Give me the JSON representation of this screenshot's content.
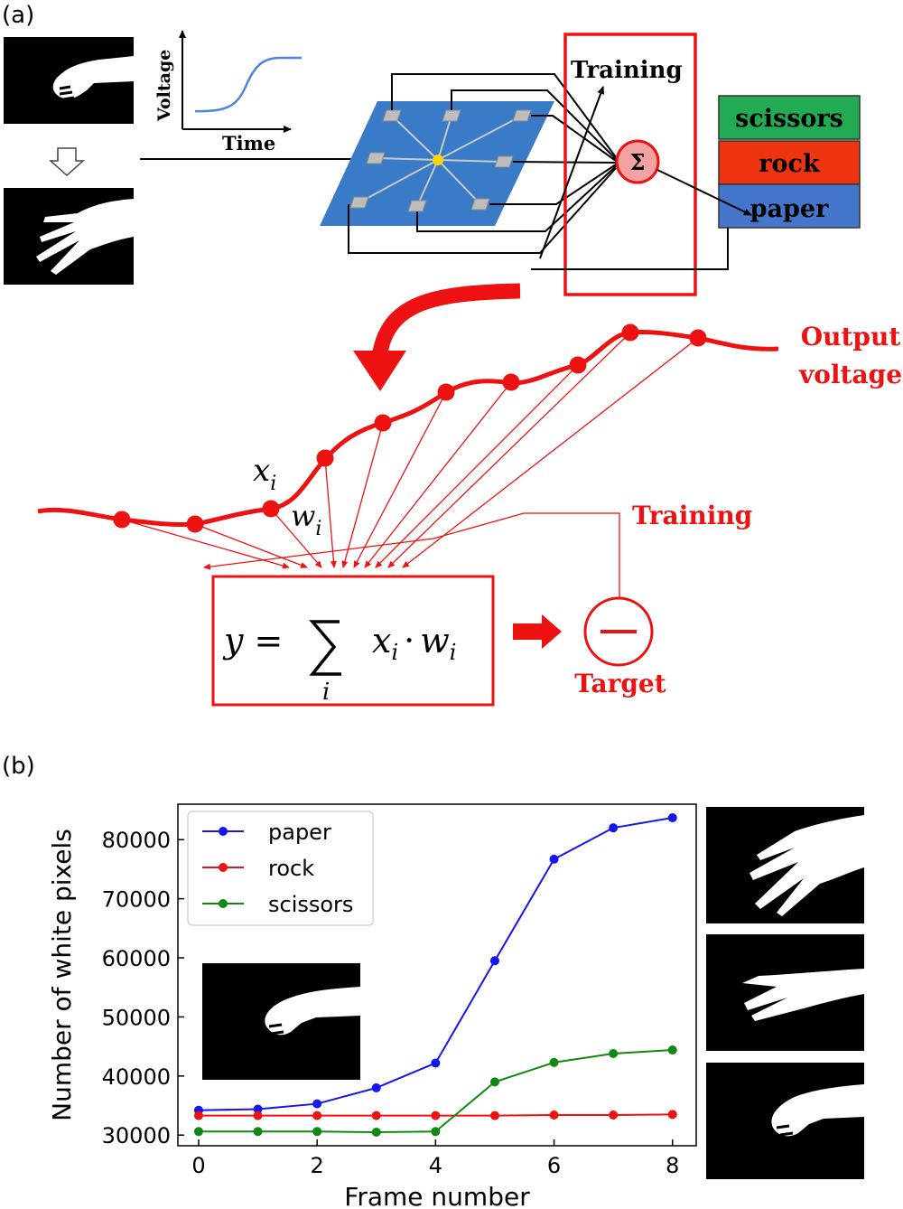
{
  "panel_a": {
    "label": "(a)",
    "inset_plot": {
      "ylabel": "Voltage",
      "xlabel": "Time"
    },
    "training_box_label": "Training",
    "sum_symbol": "Σ",
    "classes": [
      {
        "label": "scissors",
        "color": "#22aa55"
      },
      {
        "label": "rock",
        "color": "#ee3311"
      },
      {
        "label": "paper",
        "color": "#4477cc"
      }
    ],
    "output_voltage_label": [
      "Output",
      "voltage"
    ],
    "xi_label": "x",
    "xi_sub": "i",
    "wi_label": "w",
    "wi_sub": "i",
    "training_label": "Training",
    "formula": {
      "lhs": "y =",
      "sum_index": "i",
      "term_x": "x",
      "term_w": "w",
      "sub": "i",
      "dot": "·"
    },
    "minus_symbol": "—",
    "target_label": "Target",
    "accent_color": "#ee1111",
    "device_color": "#3a7bc8"
  },
  "panel_b": {
    "label": "(b)"
  },
  "chart_data": {
    "type": "line",
    "xlabel": "Frame number",
    "ylabel": "Number of white pixels",
    "x": [
      0,
      1,
      2,
      3,
      4,
      5,
      6,
      7,
      8
    ],
    "xticks": [
      "0",
      "2",
      "4",
      "6",
      "8"
    ],
    "yticks": [
      "30000",
      "40000",
      "50000",
      "60000",
      "70000",
      "80000"
    ],
    "xlim": [
      -0.35,
      8.4
    ],
    "ylim": [
      28200,
      86000
    ],
    "legend_position": "top-left",
    "series": [
      {
        "name": "paper",
        "color": "#1515ee",
        "values": [
          34200,
          34400,
          35300,
          38000,
          42200,
          59500,
          76700,
          82000,
          83700
        ]
      },
      {
        "name": "rock",
        "color": "#ee1111",
        "values": [
          33300,
          33300,
          33300,
          33300,
          33300,
          33300,
          33400,
          33400,
          33500
        ]
      },
      {
        "name": "scissors",
        "color": "#118811",
        "values": [
          30600,
          30600,
          30600,
          30500,
          30600,
          39000,
          42300,
          43800,
          44400
        ]
      }
    ]
  }
}
